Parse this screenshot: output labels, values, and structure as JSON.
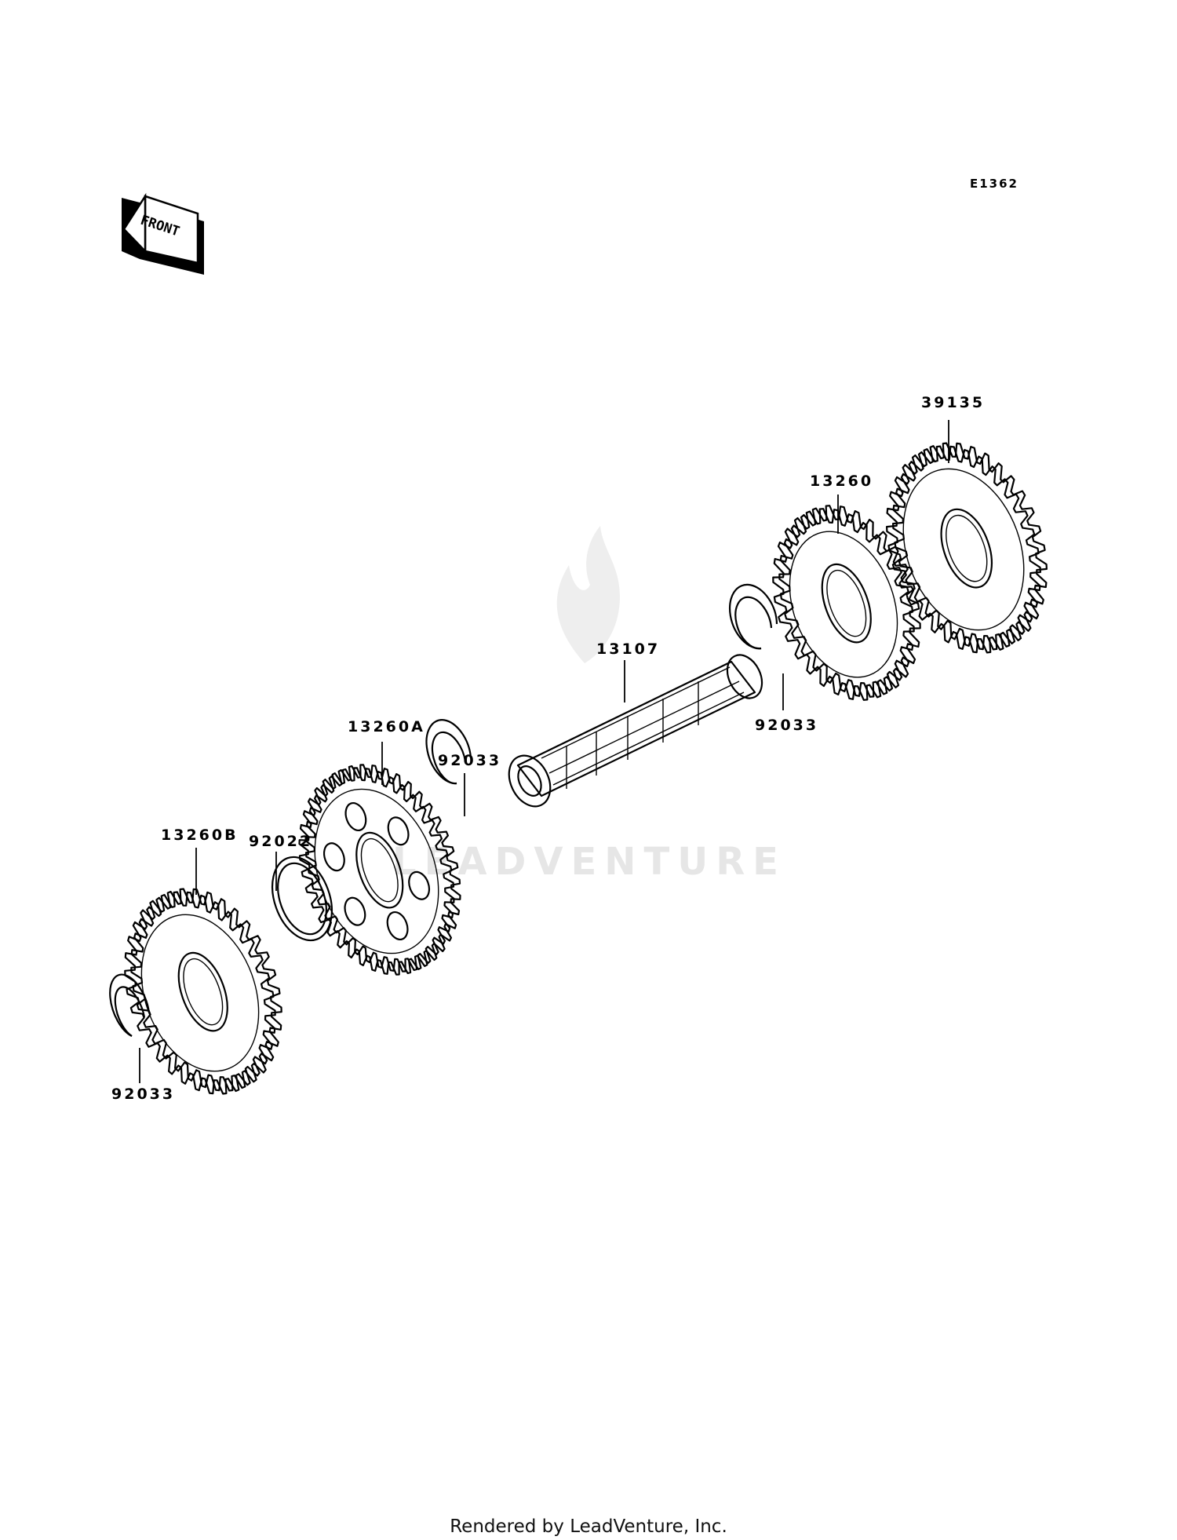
{
  "diagram_code": "E1362",
  "front_label": "FRONT",
  "watermark": "LEADVENTURE",
  "parts": {
    "p39135": "39135",
    "p13260": "13260",
    "p13107": "13107",
    "p92033_right": "92033",
    "p92033_mid": "92033",
    "p13260A": "13260A",
    "p92022": "92022",
    "p13260B": "13260B",
    "p92033_left": "92033"
  },
  "footer": "Rendered by LeadVenture, Inc."
}
